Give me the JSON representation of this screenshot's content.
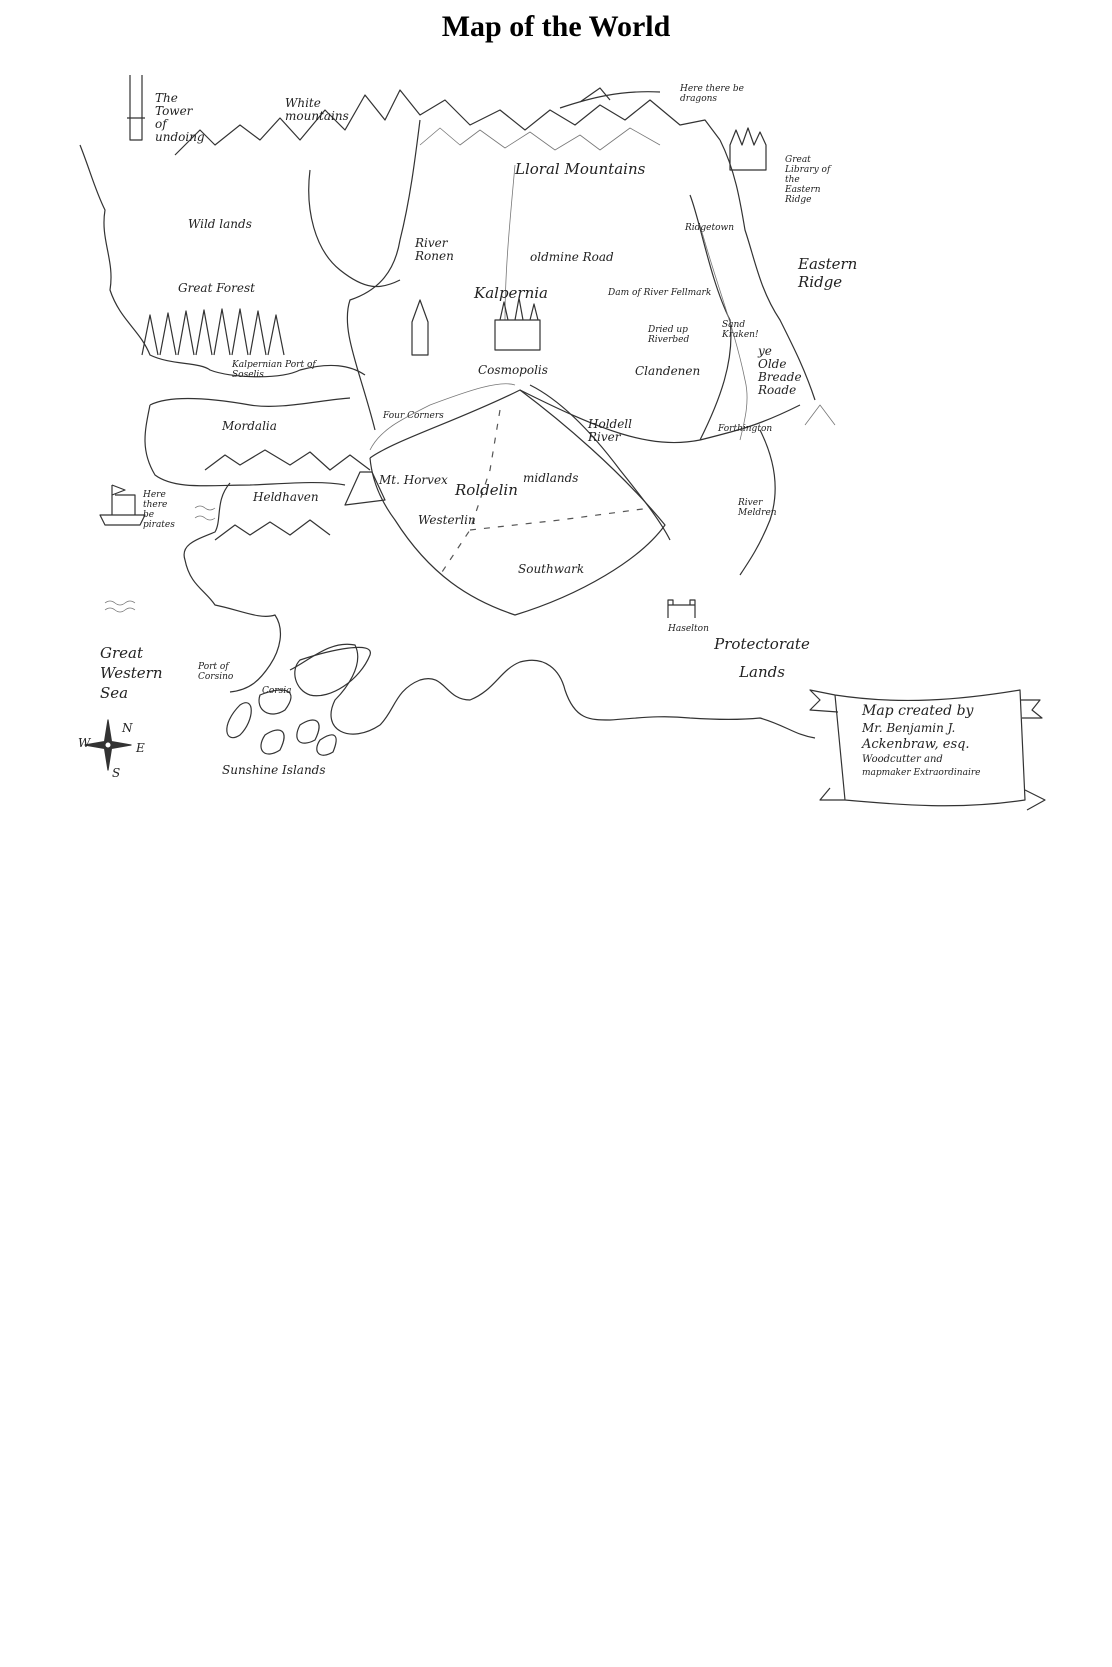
{
  "title": "Map of the World",
  "labels": {
    "tower": "The Tower of undoing",
    "white_mountains": "White mountains",
    "dragons": "Here there be dragons",
    "lloral": "Lloral Mountains",
    "library": "Great Library of the Eastern Ridge",
    "ridgetown": "Ridgetown",
    "wild_lands": "Wild lands",
    "river_ronen": "River Ronen",
    "oldmine_road": "oldmine Road",
    "eastern_ridge": "Eastern Ridge",
    "great_forest": "Great Forest",
    "kalpernia": "Kalpernia",
    "dam": "Dam of River Fellmark",
    "sand_kraken": "Sand Kraken!",
    "dried_riverbed": "Dried up Riverbed",
    "breade_roade": "ye Olde Breade Roade",
    "soselis": "Kalpernian Port of Soselis",
    "cosmopolis": "Cosmopolis",
    "clandenen": "Clandenen",
    "four_corners": "Four Corners",
    "holdell_river": "Holdell River",
    "forthington": "Forthington",
    "mordalia": "Mordalia",
    "mt_horvex": "Mt. Horvex",
    "roldelin": "Roldelin",
    "midlands": "midlands",
    "river_meldren": "River Meldren",
    "heldhaven": "Heldhaven",
    "pirates": "Here there be pirates",
    "westerlin": "Westerlin",
    "southwark": "Southwark",
    "haselton": "Haselton",
    "protectorate": "Protectorate Lands",
    "great_western_sea": "Great Western Sea",
    "port_corsino": "Port of Corsino",
    "corsia": "Corsia",
    "sunshine_islands": "Sunshine Islands"
  },
  "credit": {
    "line1": "Map created by",
    "line2": "Mr. Benjamin J.",
    "line3": "Ackenbraw, esq.",
    "line4": "Woodcutter and",
    "line5": "mapmaker Extraordinaire"
  },
  "compass": {
    "n": "N",
    "e": "E",
    "s": "S",
    "w": "W"
  }
}
